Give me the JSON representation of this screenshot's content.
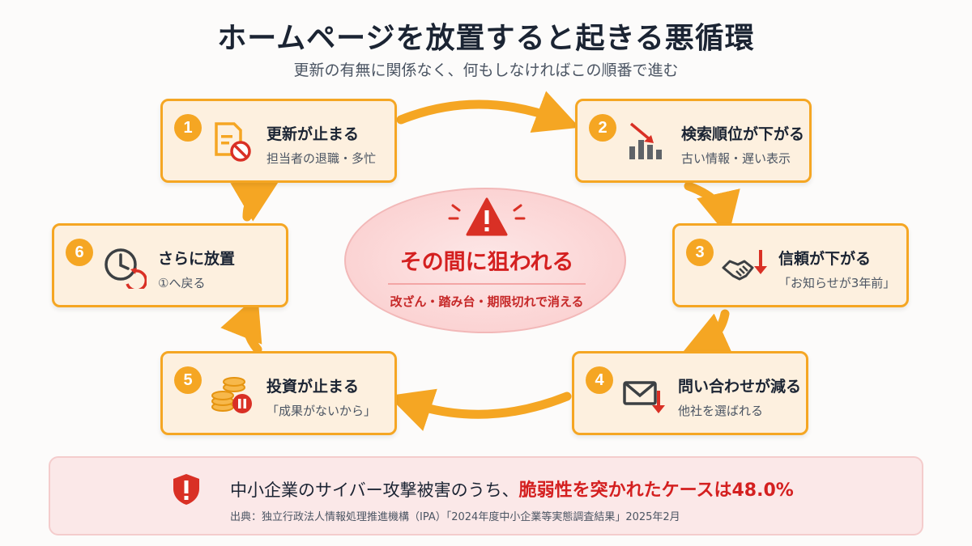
{
  "header": {
    "title": "ホームページを放置すると起きる悪循環",
    "subtitle": "更新の有無に関係なく、何もしなければこの順番で進む"
  },
  "steps": [
    {
      "number": "1",
      "title": "更新が止まる",
      "desc": "担当者の退職・多忙",
      "icon": "document-stop-icon"
    },
    {
      "number": "2",
      "title": "検索順位が下がる",
      "desc": "古い情報・遅い表示",
      "icon": "bar-chart-down-icon"
    },
    {
      "number": "3",
      "title": "信頼が下がる",
      "desc": "「お知らせが3年前」",
      "icon": "handshake-down-icon"
    },
    {
      "number": "4",
      "title": "問い合わせが減る",
      "desc": "他社を選ばれる",
      "icon": "mail-down-icon"
    },
    {
      "number": "5",
      "title": "投資が止まる",
      "desc": "「成果がないから」",
      "icon": "coins-pause-icon"
    },
    {
      "number": "6",
      "title": "さらに放置",
      "desc": "①へ戻る",
      "icon": "clock-return-icon"
    }
  ],
  "center": {
    "title": "その間に狙われる",
    "subtitle": "改ざん・踏み台・期限切れで消える",
    "icon": "warning-icon"
  },
  "stat": {
    "prefix": "中小企業のサイバー攻撃被害のうち、",
    "highlight": "脆弱性を突かれたケースは48.0%",
    "source": "出典：独立行政法人情報処理推進機構（IPA）「2024年度中小企業等実態調査結果」2025年2月",
    "icon": "shield-alert-icon"
  },
  "colors": {
    "accent": "#f5a623",
    "alert": "#d42020",
    "card_bg": "#fdf0df"
  }
}
